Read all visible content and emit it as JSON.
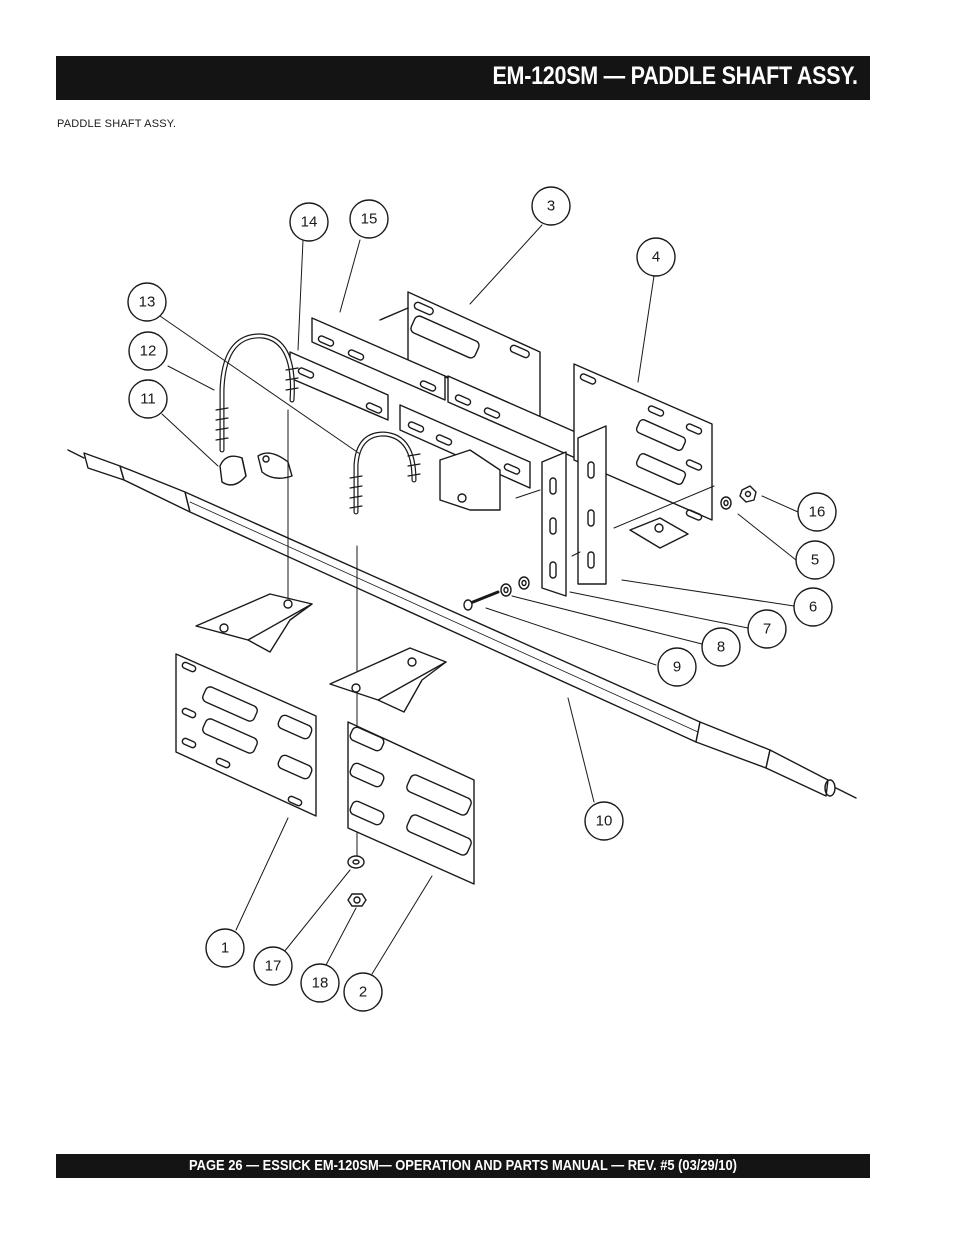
{
  "header": {
    "title": "EM-120SM — PADDLE SHAFT  ASSY."
  },
  "subtitle": "PADDLE SHAFT  ASSY.",
  "callouts": [
    {
      "n": "1"
    },
    {
      "n": "2"
    },
    {
      "n": "3"
    },
    {
      "n": "4"
    },
    {
      "n": "5"
    },
    {
      "n": "6"
    },
    {
      "n": "7"
    },
    {
      "n": "8"
    },
    {
      "n": "9"
    },
    {
      "n": "10"
    },
    {
      "n": "11"
    },
    {
      "n": "12"
    },
    {
      "n": "13"
    },
    {
      "n": "14"
    },
    {
      "n": "15"
    },
    {
      "n": "16"
    },
    {
      "n": "17"
    },
    {
      "n": "18"
    }
  ],
  "footer": {
    "text": "PAGE 26 — ESSICK EM-120SM— OPERATION AND PARTS MANUAL — REV. #5 (03/29/10)"
  }
}
